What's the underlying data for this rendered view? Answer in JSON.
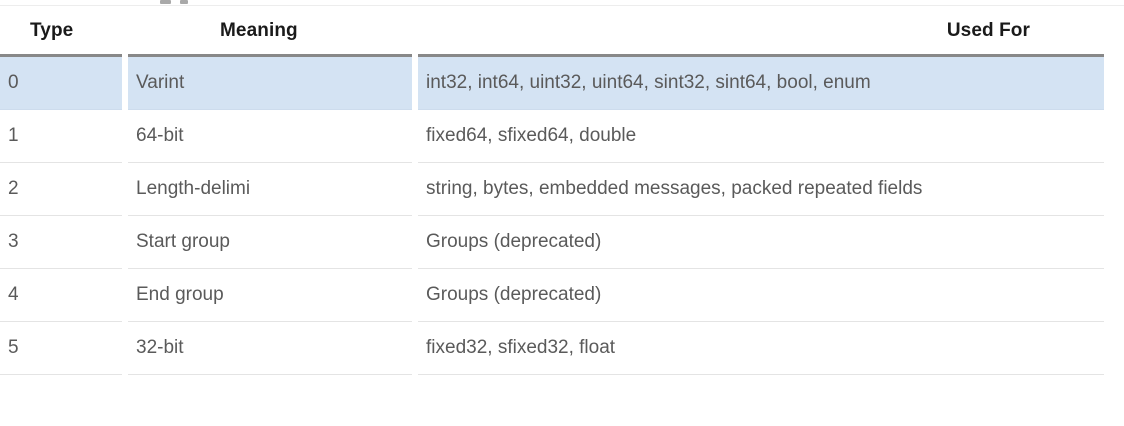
{
  "table": {
    "columns": [
      {
        "key": "type",
        "label": "Type",
        "align": "left"
      },
      {
        "key": "meaning",
        "label": "Meaning",
        "align": "left"
      },
      {
        "key": "used_for",
        "label": "Used For",
        "align": "right"
      }
    ],
    "rows": [
      {
        "type": "0",
        "meaning": "Varint",
        "used_for": "int32, int64, uint32, uint64, sint32, sint64, bool, enum",
        "highlighted": true
      },
      {
        "type": "1",
        "meaning": "64-bit",
        "used_for": "fixed64, sfixed64, double",
        "highlighted": false
      },
      {
        "type": "2",
        "meaning": "Length-delimi",
        "used_for": "string, bytes, embedded messages, packed repeated fields",
        "highlighted": false
      },
      {
        "type": "3",
        "meaning": "Start group",
        "used_for": "Groups (deprecated)",
        "highlighted": false
      },
      {
        "type": "4",
        "meaning": "End group",
        "used_for": "Groups (deprecated)",
        "highlighted": false
      },
      {
        "type": "5",
        "meaning": "32-bit",
        "used_for": "fixed32, sfixed32, float",
        "highlighted": false
      }
    ]
  },
  "colors": {
    "highlight_row": "#d4e3f3",
    "header_rule": "#888888",
    "row_rule": "#e4e4e4",
    "header_text": "#1a1a1a",
    "body_text": "#5a5a5a",
    "page_background": "#ffffff"
  }
}
